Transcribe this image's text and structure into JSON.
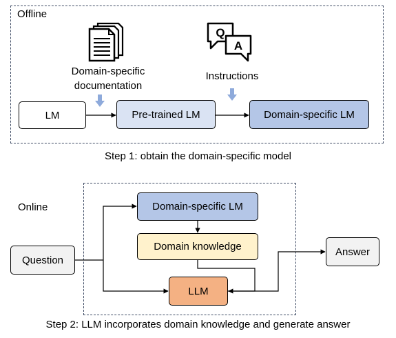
{
  "step1": {
    "region_label": "Offline",
    "doc_label_line1": "Domain-specific",
    "doc_label_line2": "documentation",
    "instructions_label": "Instructions",
    "nodes": {
      "lm": "LM",
      "pretrained": "Pre-trained LM",
      "domain_lm": "Domain-specific LM"
    },
    "caption": "Step 1: obtain the domain-specific model",
    "icons": {
      "documents": "documents-icon",
      "qa": "question-answer-icon"
    },
    "qa_letters": {
      "q": "Q",
      "a": "A"
    }
  },
  "step2": {
    "region_label": "Online",
    "nodes": {
      "question": "Question",
      "domain_lm": "Domain-specific LM",
      "knowledge": "Domain knowledge",
      "llm": "LLM",
      "answer": "Answer"
    },
    "caption": "Step 2: LLM incorporates domain knowledge and generate answer"
  },
  "colors": {
    "pretrained_fill": "#dae3f3",
    "domain_lm_fill": "#b4c6e7",
    "knowledge_fill": "#fff2cc",
    "llm_fill": "#f4b183",
    "grey_fill": "#f2f2f2",
    "down_arrow": "#8eaadb",
    "border_dash": "#3d4a63"
  }
}
